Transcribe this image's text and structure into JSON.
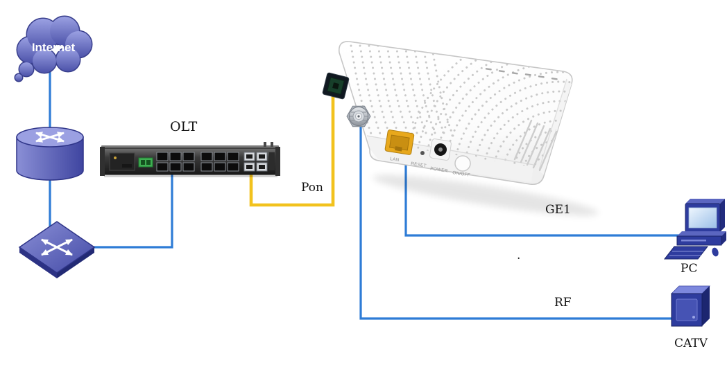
{
  "labels": {
    "internet": "Internet",
    "olt": "OLT",
    "pon": "Pon",
    "ge1": "GE1",
    "rf": "RF",
    "pc": "PC",
    "catv": "CATV",
    "stray_dot": "."
  },
  "onu": {
    "port_labels": [
      "LAN",
      "RESET",
      "POWER",
      "ON/OFF"
    ]
  },
  "colors": {
    "link_blue": "#2E7CD6",
    "pon_yellow": "#F2C21D",
    "device_navy": "#2E3C9E",
    "cloud_purple": "#6A6FBF",
    "lan_port_yellow": "#E8A81C",
    "fiber_port_green": "#14532D",
    "olt_body_dark": "#2B2B2B",
    "onu_body_white": "#FFFFFF"
  }
}
